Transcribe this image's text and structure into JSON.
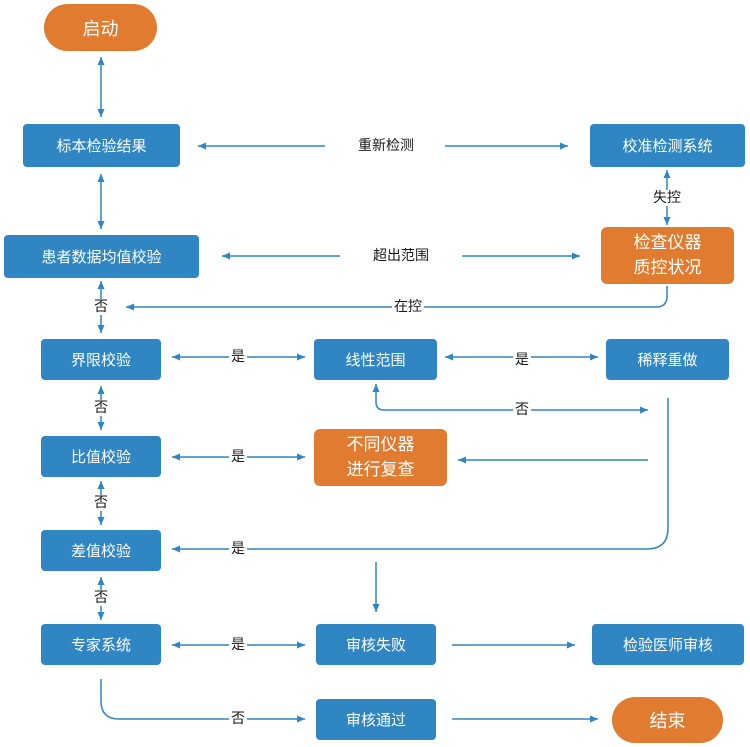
{
  "colors": {
    "accent": "#2f86c3",
    "highlight": "#e07b2f",
    "line": "#2f86c3"
  },
  "nodes": {
    "start": "启动",
    "sample_result": "标本检验结果",
    "calibrate": "校准检测系统",
    "patient_avg": "患者数据均值校验",
    "check_qc": "检查仪器\n质控状况",
    "limit_check": "界限校验",
    "linear_range": "线性范围",
    "dilute_redo": "稀释重做",
    "ratio_check": "比值校验",
    "recheck_other": "不同仪器\n进行复查",
    "diff_check": "差值校验",
    "expert_system": "专家系统",
    "audit_fail": "审核失败",
    "physician_audit": "检验医师审核",
    "audit_pass": "审核通过",
    "end": "结束"
  },
  "labels": {
    "retest": "重新检测",
    "out_of_control": "失控",
    "out_of_range": "超出范围",
    "in_control": "在控",
    "no_1": "否",
    "yes_limit": "是",
    "yes_linear": "是",
    "no_linear": "否",
    "no_limit": "否",
    "yes_ratio": "是",
    "no_ratio": "否",
    "yes_diff": "是",
    "no_diff": "否",
    "yes_expert": "是",
    "no_expert": "否"
  }
}
